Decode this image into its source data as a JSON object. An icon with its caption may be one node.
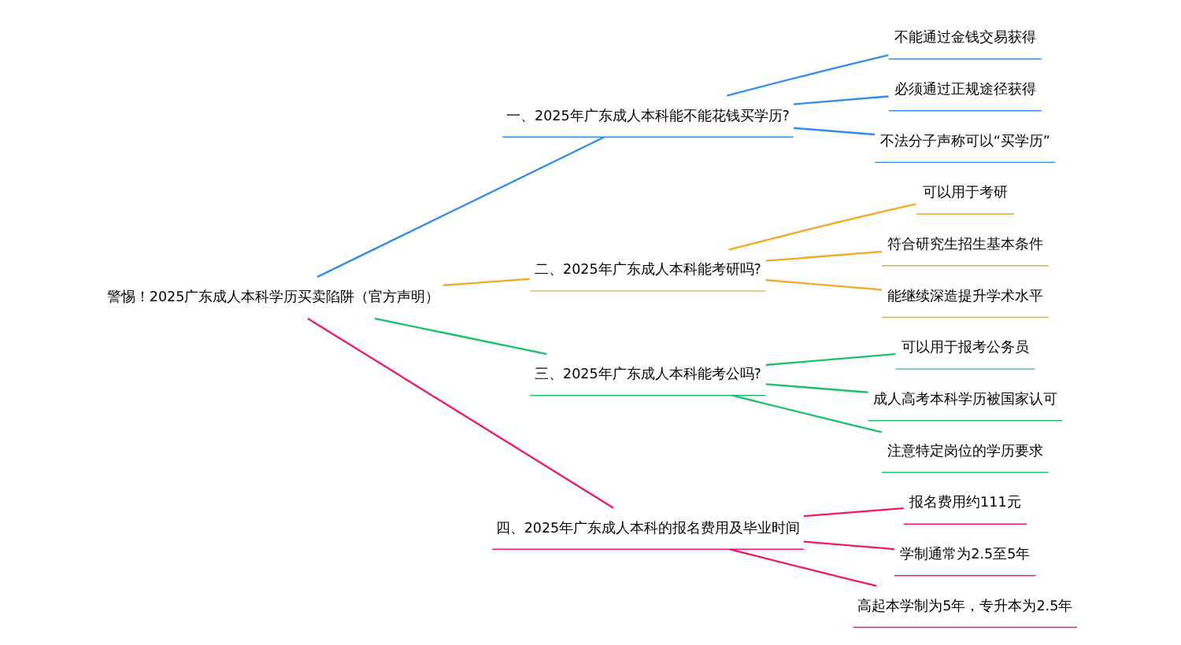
{
  "diagram": {
    "nodes": [
      {
        "text": [
          "警惕！2025广东成人本科学历买卖陷阱（官方声明）"
        ]
      },
      {
        "text": [
          "一、2025年广东成人本科能不能花钱买学历?"
        ]
      },
      {
        "text": [
          "不能通过金钱交易获得"
        ]
      },
      {
        "text": [
          "必须通过正规途径获得"
        ]
      },
      {
        "text": [
          "不法分子声称可以“买学历”"
        ]
      },
      {
        "text": [
          "二、2025年广东成人本科能考研吗?"
        ]
      },
      {
        "text": [
          "可以用于考研"
        ]
      },
      {
        "text": [
          "符合研究生招生基本条件"
        ]
      },
      {
        "text": [
          "能继续深造提升学术水平"
        ]
      },
      {
        "text": [
          "三、2025年广东成人本科能考公吗?"
        ]
      },
      {
        "text": [
          "可以用于报考公务员"
        ]
      },
      {
        "text": [
          "成人高考本科学历被国家认可"
        ]
      },
      {
        "text": [
          "注意特定岗位的学历要求"
        ]
      },
      {
        "text": [
          "四、2025年广东成人本科的报名费用及毕业时间"
        ]
      },
      {
        "text": [
          "报名费用约111元"
        ]
      },
      {
        "text": [
          "学制通常为2.5至5年"
        ]
      },
      {
        "text": [
          "高起本学制为5年，专升本为2.5年"
        ]
      }
    ],
    "edges": [
      {
        "from": 0,
        "to": 1,
        "arrow": "none",
        "color": "#2f8cf0"
      },
      {
        "from": 1,
        "to": 2,
        "arrow": "none",
        "color": "#2f8cf0"
      },
      {
        "from": 1,
        "to": 3,
        "arrow": "none",
        "color": "#2f8cf0"
      },
      {
        "from": 1,
        "to": 4,
        "arrow": "none",
        "color": "#2f8cf0"
      },
      {
        "from": 0,
        "to": 5,
        "arrow": "none",
        "color": "#f5a623"
      },
      {
        "from": 5,
        "to": 6,
        "arrow": "none",
        "color": "#f5a623"
      },
      {
        "from": 5,
        "to": 7,
        "arrow": "none",
        "color": "#f5a623"
      },
      {
        "from": 5,
        "to": 8,
        "arrow": "none",
        "color": "#f5a623"
      },
      {
        "from": 0,
        "to": 9,
        "arrow": "none",
        "color": "#1dbf6a"
      },
      {
        "from": 9,
        "to": 10,
        "arrow": "none",
        "color": "#1dbf6a"
      },
      {
        "from": 9,
        "to": 11,
        "arrow": "none",
        "color": "#1dbf6a"
      },
      {
        "from": 9,
        "to": 12,
        "arrow": "none",
        "color": "#1dbf6a"
      },
      {
        "from": 0,
        "to": 13,
        "arrow": "none",
        "color": "#f0166e"
      },
      {
        "from": 13,
        "to": 14,
        "arrow": "none",
        "color": "#f0166e"
      },
      {
        "from": 13,
        "to": 15,
        "arrow": "none",
        "color": "#f0166e"
      },
      {
        "from": 13,
        "to": 16,
        "arrow": "none",
        "color": "#f0166e"
      }
    ]
  }
}
